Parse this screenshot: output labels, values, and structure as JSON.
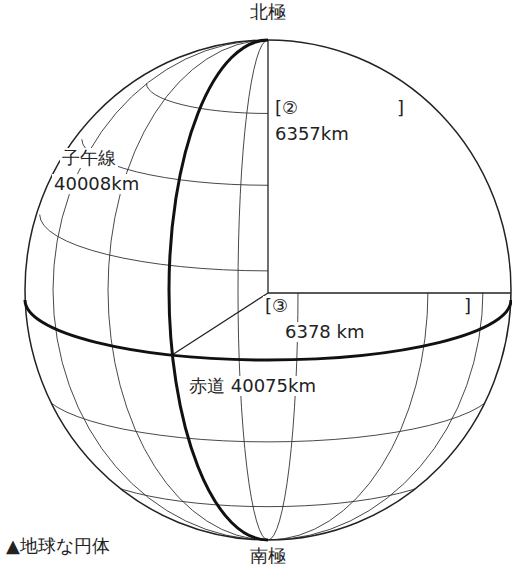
{
  "diagram": {
    "labels": [
      "北極",
      "[②",
      "]",
      "6357km",
      "子午線",
      "40008km",
      "[③",
      "]",
      "6378 km",
      "赤道 40075km",
      "▲地球な円体",
      "南極"
    ]
  }
}
